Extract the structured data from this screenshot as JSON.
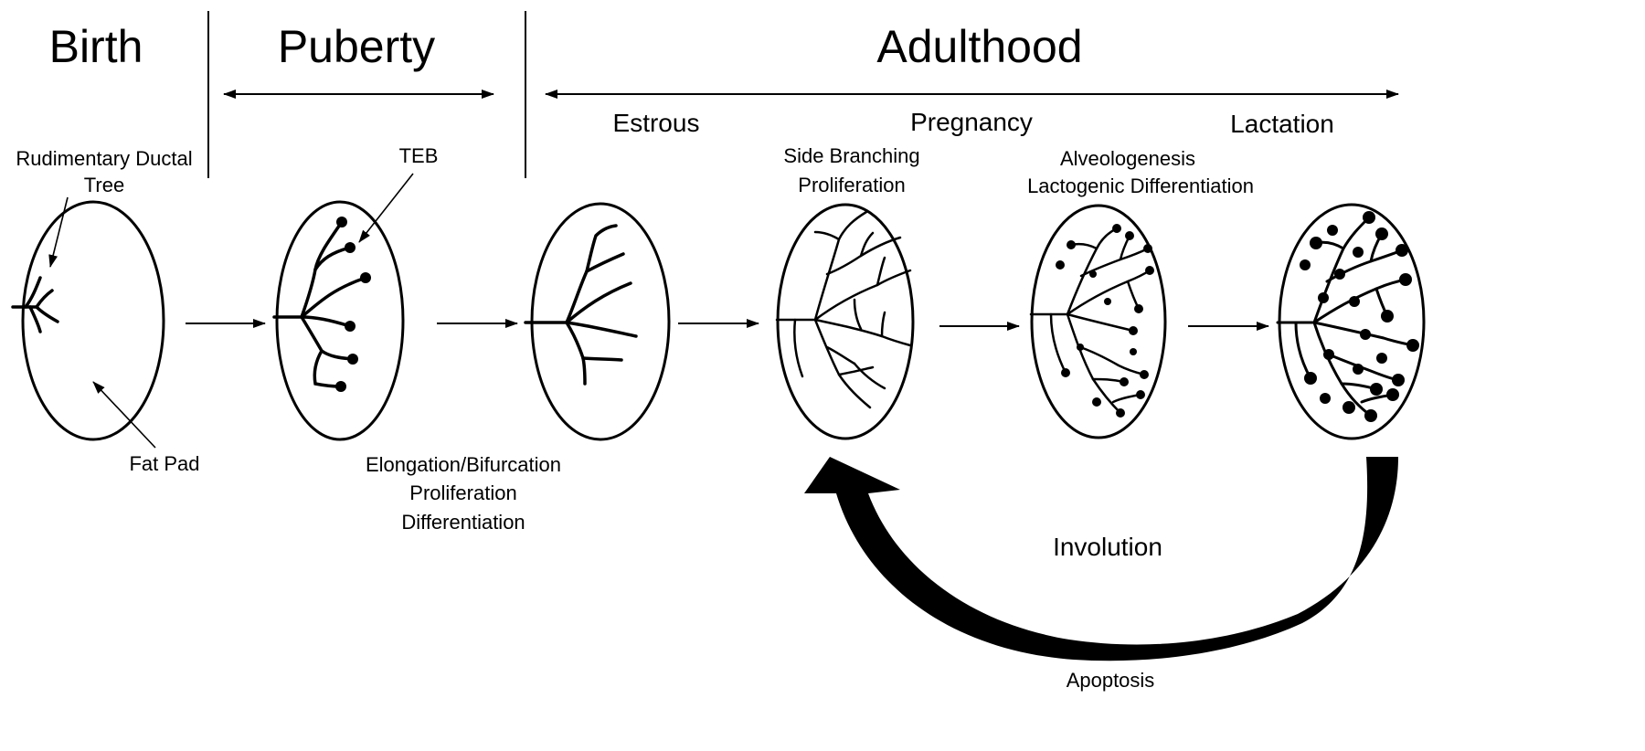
{
  "stages": {
    "birth": "Birth",
    "puberty": "Puberty",
    "adulthood": "Adulthood"
  },
  "phases": {
    "estrous": "Estrous",
    "pregnancy": "Pregnancy",
    "lactation": "Lactation"
  },
  "labels": {
    "rudimentary_1": "Rudimentary Ductal",
    "rudimentary_2": "Tree",
    "fat_pad": "Fat Pad",
    "teb": "TEB",
    "side_branching": "Side Branching",
    "proliferation_a": "Proliferation",
    "alveologenesis": "Alveologenesis",
    "lactogenic": "Lactogenic Differentiation",
    "elongation": "Elongation/Bifurcation",
    "proliferation_b": "Proliferation",
    "differentiation": "Differentiation",
    "involution": "Involution",
    "apoptosis": "Apoptosis"
  },
  "colors": {
    "ink": "#000000",
    "background": "#ffffff"
  }
}
